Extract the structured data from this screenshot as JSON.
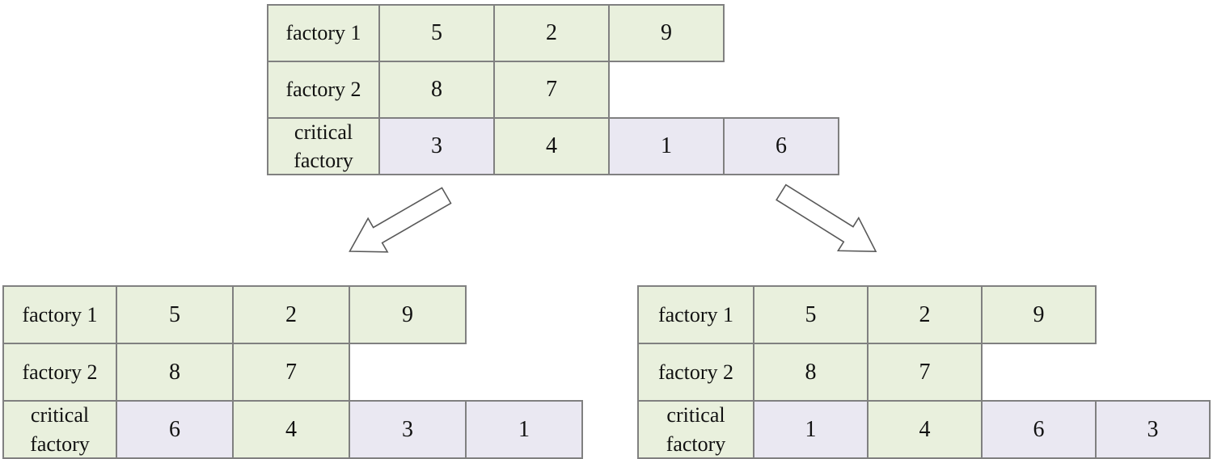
{
  "figure": {
    "colors": {
      "factory_cell_bg": "#e9f0dd",
      "critical_cell_bg": "#eae8f2",
      "grid_line": "#808080",
      "text": "#111111",
      "arrow_fill": "#ffffff",
      "arrow_outline": "#595959"
    },
    "tables": {
      "parent": {
        "rows": [
          {
            "label": "factory 1",
            "cells": [
              {
                "v": "5",
                "c": "green"
              },
              {
                "v": "2",
                "c": "green"
              },
              {
                "v": "9",
                "c": "green"
              }
            ]
          },
          {
            "label": "factory 2",
            "cells": [
              {
                "v": "8",
                "c": "green"
              },
              {
                "v": "7",
                "c": "green"
              }
            ]
          },
          {
            "label": "critical factory",
            "cells": [
              {
                "v": "3",
                "c": "purple"
              },
              {
                "v": "4",
                "c": "green"
              },
              {
                "v": "1",
                "c": "purple"
              },
              {
                "v": "6",
                "c": "purple"
              }
            ]
          }
        ]
      },
      "child_left": {
        "rows": [
          {
            "label": "factory 1",
            "cells": [
              {
                "v": "5",
                "c": "green"
              },
              {
                "v": "2",
                "c": "green"
              },
              {
                "v": "9",
                "c": "green"
              }
            ]
          },
          {
            "label": "factory 2",
            "cells": [
              {
                "v": "8",
                "c": "green"
              },
              {
                "v": "7",
                "c": "green"
              }
            ]
          },
          {
            "label": "critical factory",
            "cells": [
              {
                "v": "6",
                "c": "purple"
              },
              {
                "v": "4",
                "c": "green"
              },
              {
                "v": "3",
                "c": "purple"
              },
              {
                "v": "1",
                "c": "purple"
              }
            ]
          }
        ]
      },
      "child_right": {
        "rows": [
          {
            "label": "factory 1",
            "cells": [
              {
                "v": "5",
                "c": "green"
              },
              {
                "v": "2",
                "c": "green"
              },
              {
                "v": "9",
                "c": "green"
              }
            ]
          },
          {
            "label": "factory 2",
            "cells": [
              {
                "v": "8",
                "c": "green"
              },
              {
                "v": "7",
                "c": "green"
              }
            ]
          },
          {
            "label": "critical factory",
            "cells": [
              {
                "v": "1",
                "c": "purple"
              },
              {
                "v": "4",
                "c": "green"
              },
              {
                "v": "6",
                "c": "purple"
              },
              {
                "v": "3",
                "c": "purple"
              }
            ]
          }
        ]
      }
    }
  }
}
